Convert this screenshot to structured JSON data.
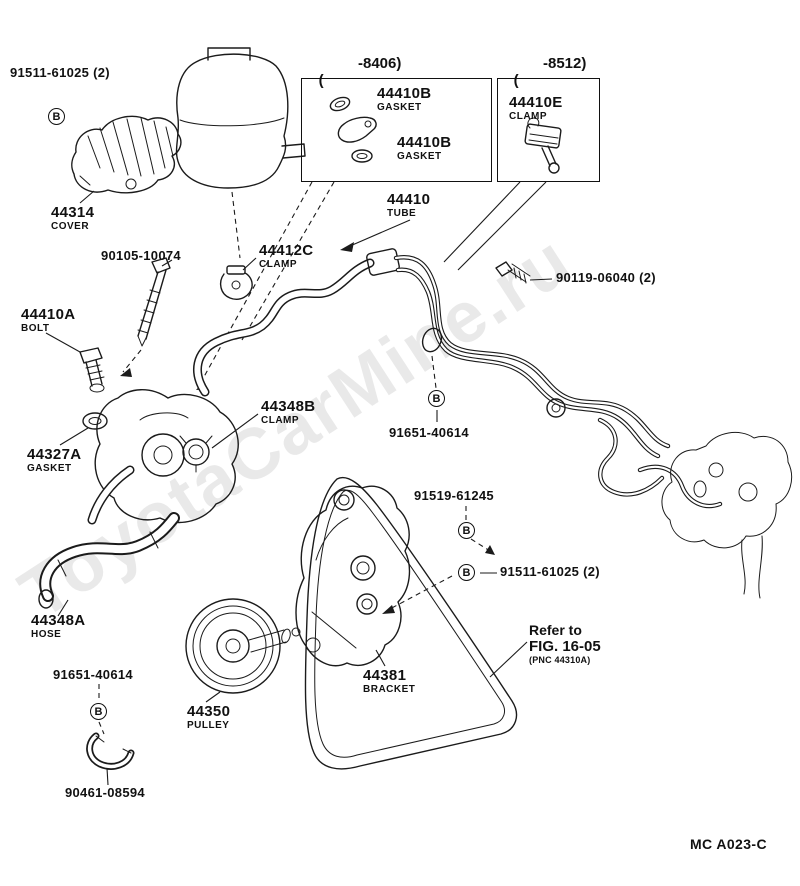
{
  "watermark": "ToyotaCarMine.ru",
  "footer": {
    "code": "MC A023-C"
  },
  "symbols": {
    "b": "B"
  },
  "boxes": {
    "b8406": {
      "paren": "(",
      "header": "-8406)",
      "item1": {
        "part": "44410B",
        "desc": "GASKET"
      },
      "item2": {
        "part": "44410B",
        "desc": "GASKET"
      }
    },
    "b8512": {
      "paren": "(",
      "header": "-8512)",
      "item": {
        "part": "44410E",
        "desc": "CLAMP"
      }
    }
  },
  "labels": {
    "l91511_top": {
      "part": "91511-61025 (2)"
    },
    "l44314": {
      "part": "44314",
      "desc": "COVER"
    },
    "l90105": {
      "part": "90105-10074"
    },
    "l44412c": {
      "part": "44412C",
      "desc": "CLAMP"
    },
    "l44410a": {
      "part": "44410A",
      "desc": "BOLT"
    },
    "l44327a": {
      "part": "44327A",
      "desc": "GASKET"
    },
    "l44348b": {
      "part": "44348B",
      "desc": "CLAMP"
    },
    "l44410": {
      "part": "44410",
      "desc": "TUBE"
    },
    "l90119": {
      "part": "90119-06040 (2)"
    },
    "l91651_mid": {
      "part": "91651-40614"
    },
    "l91519": {
      "part": "91519-61245"
    },
    "l91511_mid": {
      "part": "91511-61025 (2)"
    },
    "l44348a": {
      "part": "44348A",
      "desc": "HOSE"
    },
    "l91651_low": {
      "part": "91651-40614"
    },
    "l90461": {
      "part": "90461-08594"
    },
    "l44350": {
      "part": "44350",
      "desc": "PULLEY"
    },
    "l44381": {
      "part": "44381",
      "desc": "BRACKET"
    },
    "refer": {
      "line1": "Refer to",
      "line2": "FIG. 16-05",
      "line3": "(PNC 44310A)"
    }
  }
}
